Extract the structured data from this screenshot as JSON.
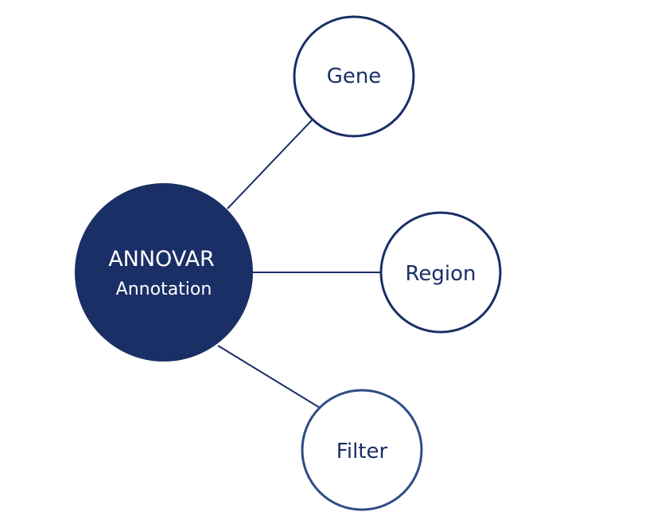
{
  "diagram": {
    "center": {
      "title": "ANNOVAR",
      "subtitle": "Annotation"
    },
    "nodes": [
      {
        "label": "Gene"
      },
      {
        "label": "Region"
      },
      {
        "label": "Filter"
      }
    ],
    "colors": {
      "primary": "#1a2f66",
      "filter_stroke": "#2e4d86",
      "background": "#ffffff"
    }
  }
}
